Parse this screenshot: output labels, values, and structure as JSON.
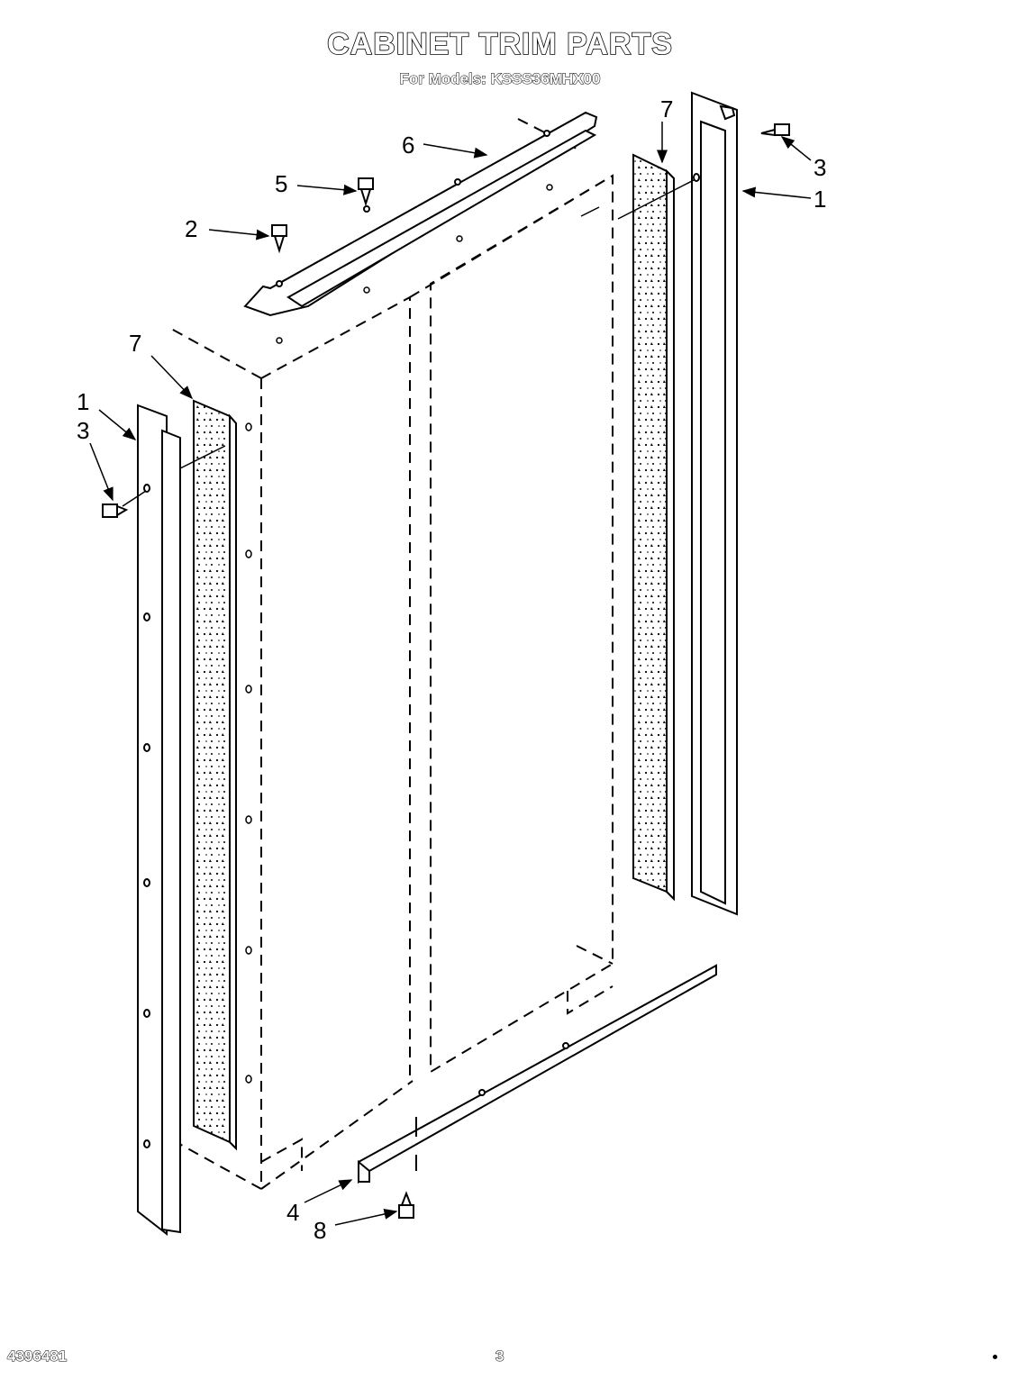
{
  "header": {
    "title": "CABINET TRIM PARTS",
    "subtitle": "For Models: KSSS36MHX00"
  },
  "footer": {
    "doc_number": "4396481",
    "page_number": "3"
  },
  "callouts": [
    {
      "id": "top-left-strip-1",
      "label": "1"
    },
    {
      "id": "top-right-strip-1",
      "label": "1"
    },
    {
      "id": "screw-2",
      "label": "2"
    },
    {
      "id": "screw-3-left",
      "label": "3"
    },
    {
      "id": "screw-3-right",
      "label": "3"
    },
    {
      "id": "bottom-trim-4",
      "label": "4"
    },
    {
      "id": "screw-5",
      "label": "5"
    },
    {
      "id": "top-trim-6",
      "label": "6"
    },
    {
      "id": "insulation-7-left",
      "label": "7"
    },
    {
      "id": "insulation-7-right",
      "label": "7"
    },
    {
      "id": "screw-8",
      "label": "8"
    }
  ]
}
